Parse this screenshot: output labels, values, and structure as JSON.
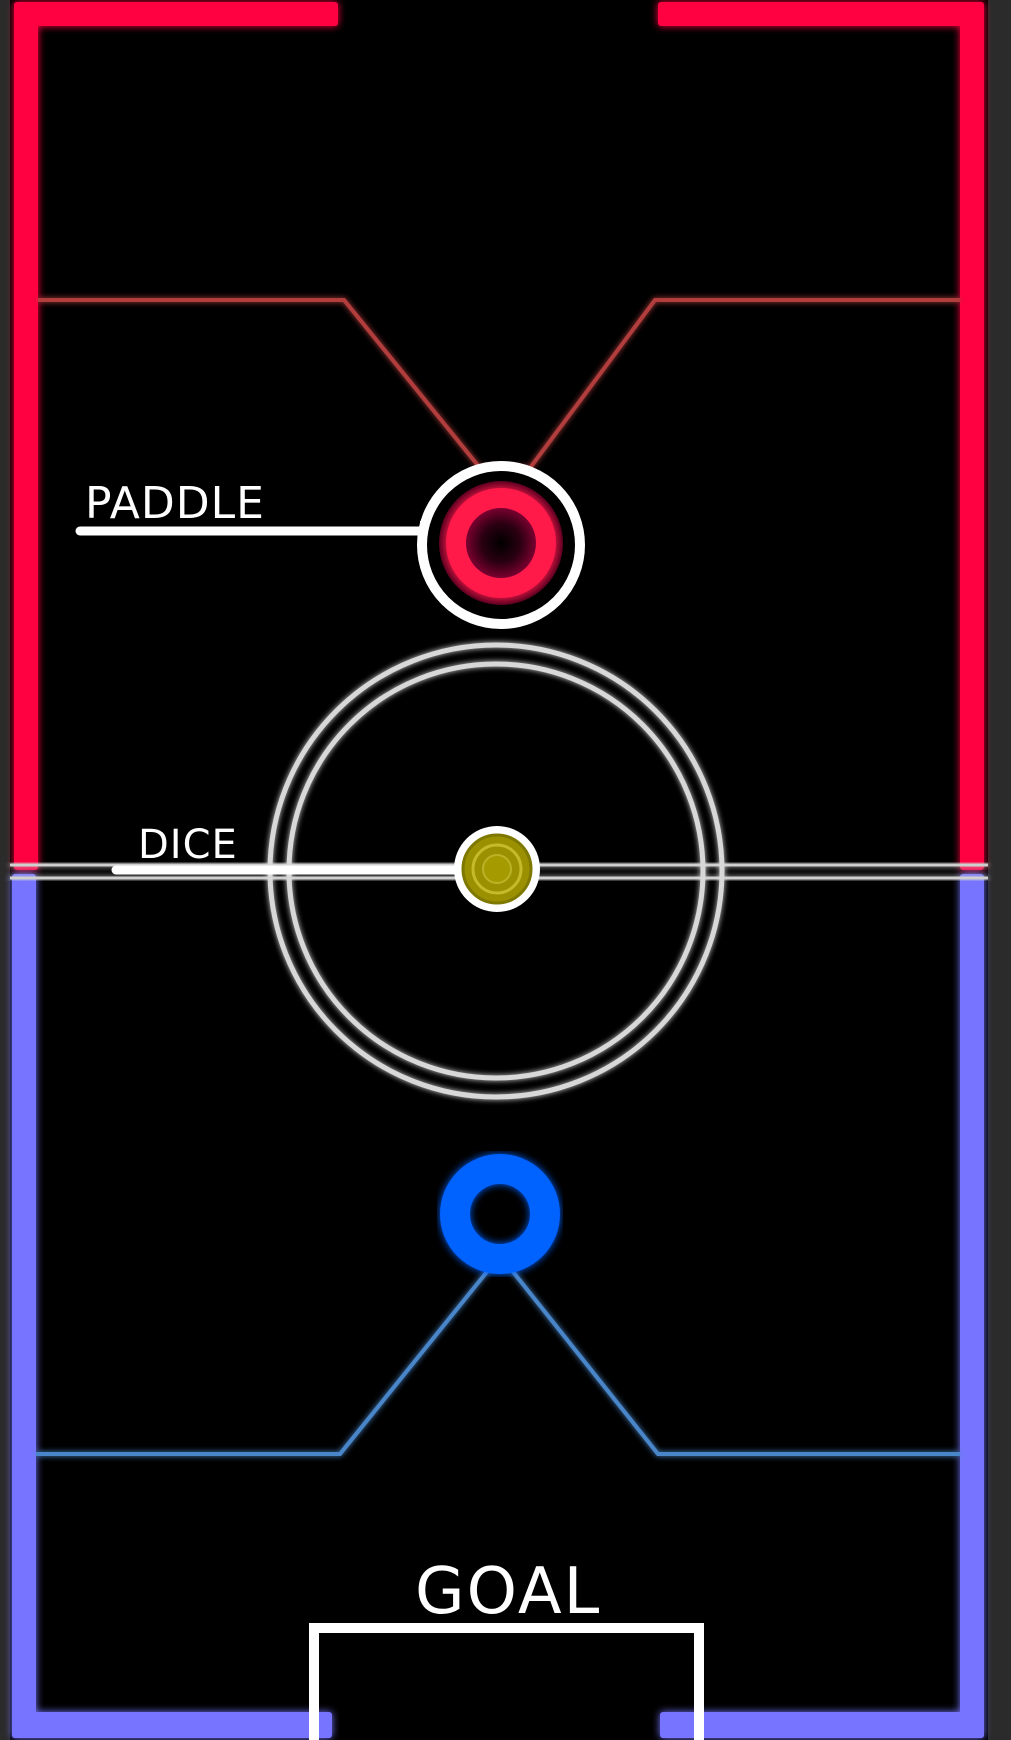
{
  "labels": {
    "paddle": "PADDLE",
    "dice": "DICE",
    "goal": "GOAL"
  },
  "colors": {
    "background": "#000000",
    "outer": "#2b2b2b",
    "opponent_wall": "#ff003f",
    "player_wall": "#7774ff",
    "opponent_zone_line": "#b23c3c",
    "player_zone_line": "#4a86c9",
    "center_line": "#cfcfcf",
    "opponent_paddle": "#ff1a4a",
    "player_paddle": "#0062ff",
    "dice": "#9a9000",
    "pointer": "#ffffff"
  },
  "icons": {
    "opponent_paddle": "red-ring-paddle-icon",
    "player_paddle": "blue-ring-paddle-icon",
    "dice": "yellow-dice-puck-icon"
  }
}
